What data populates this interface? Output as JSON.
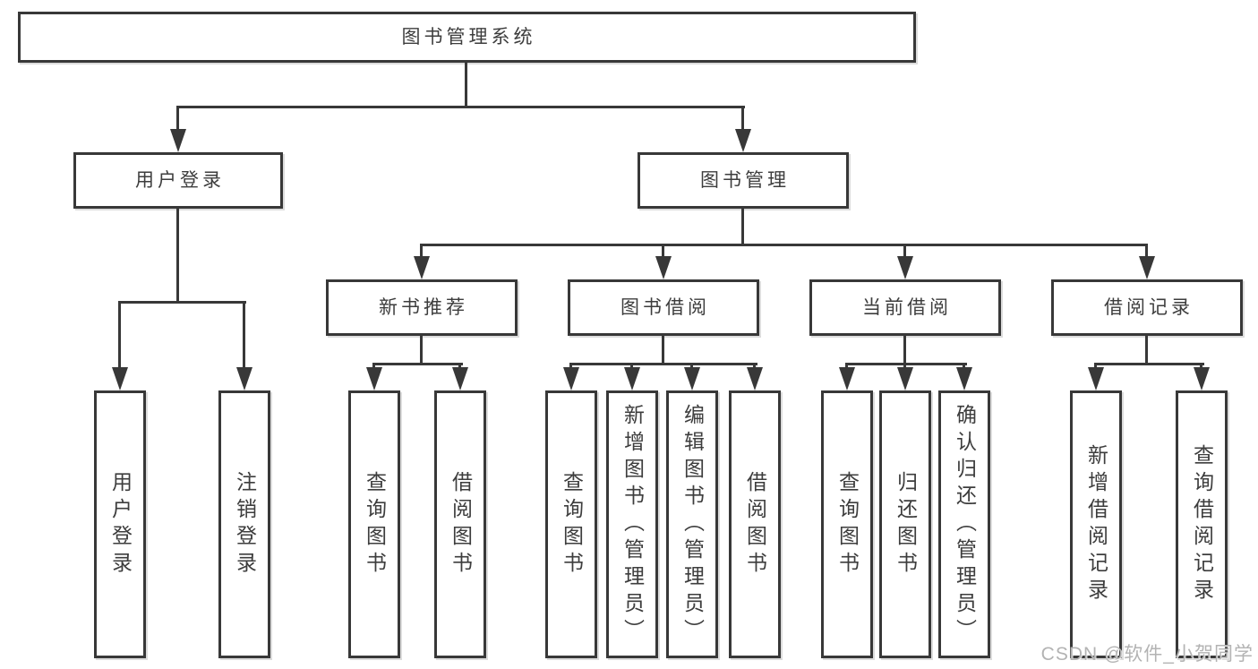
{
  "diagram": {
    "root": {
      "label": "图书管理系统"
    },
    "level2": [
      {
        "label": "用户登录"
      },
      {
        "label": "图书管理"
      }
    ],
    "level3": [
      {
        "label": "新书推荐"
      },
      {
        "label": "图书借阅"
      },
      {
        "label": "当前借阅"
      },
      {
        "label": "借阅记录"
      }
    ],
    "leaves_user": [
      {
        "label": "用户登录"
      },
      {
        "label": "注销登录"
      }
    ],
    "leaves_recommend": [
      {
        "label": "查询图书"
      },
      {
        "label": "借阅图书"
      }
    ],
    "leaves_borrow": [
      {
        "label": "查询图书"
      },
      {
        "label": "新增图书（管理员）"
      },
      {
        "label": "编辑图书（管理员）"
      },
      {
        "label": "借阅图书"
      }
    ],
    "leaves_current": [
      {
        "label": "查询图书"
      },
      {
        "label": "归还图书"
      },
      {
        "label": "确认归还（管理员）"
      }
    ],
    "leaves_records": [
      {
        "label": "新增借阅记录"
      },
      {
        "label": "查询借阅记录"
      }
    ]
  },
  "watermark": "CSDN @软件_小贺同学",
  "colors": {
    "line": "#383838",
    "border": "#383838",
    "fill": "#ffffff",
    "text": "#3d3d3d",
    "watermark": "#b3b3b3"
  }
}
